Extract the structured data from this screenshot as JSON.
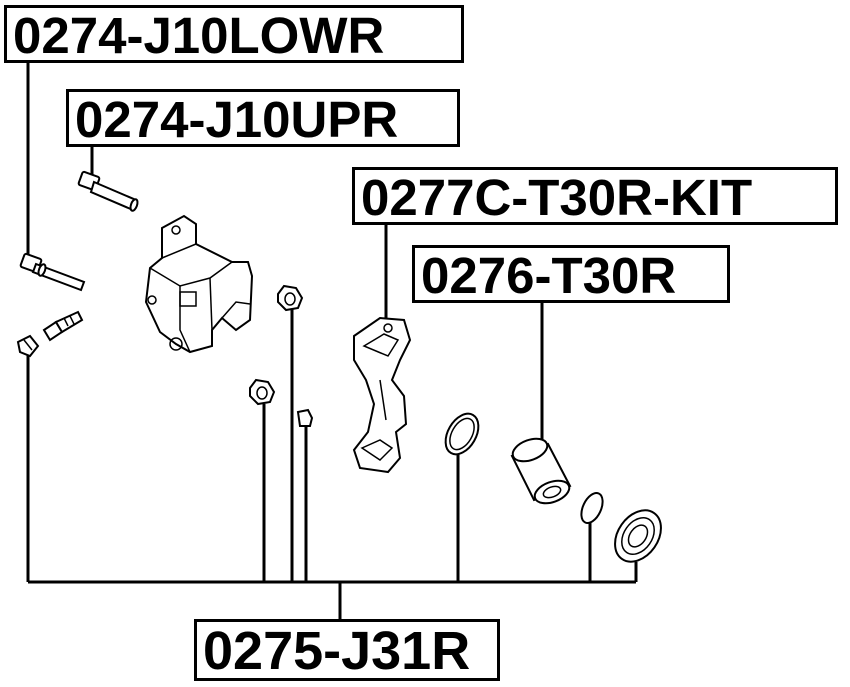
{
  "labels": {
    "caliper_guide_pin_lower": "0274-J10LOWR",
    "caliper_guide_pin_upper": "0274-J10UPR",
    "caliper_bracket_kit": "0277C-T30R-KIT",
    "piston": "0276-T30R",
    "repair_kit": "0275-J31R"
  },
  "colors": {
    "line": "#000000",
    "background": "#ffffff"
  },
  "icons": [
    "guide-pin-lower-icon",
    "guide-pin-upper-icon",
    "bleeder-screw-icon",
    "bleeder-cap-icon",
    "caliper-housing-icon",
    "pin-boot-icon",
    "bushing-icon",
    "caliper-bracket-icon",
    "piston-seal-icon",
    "piston-icon",
    "piston-ring-icon",
    "dust-boot-icon"
  ]
}
